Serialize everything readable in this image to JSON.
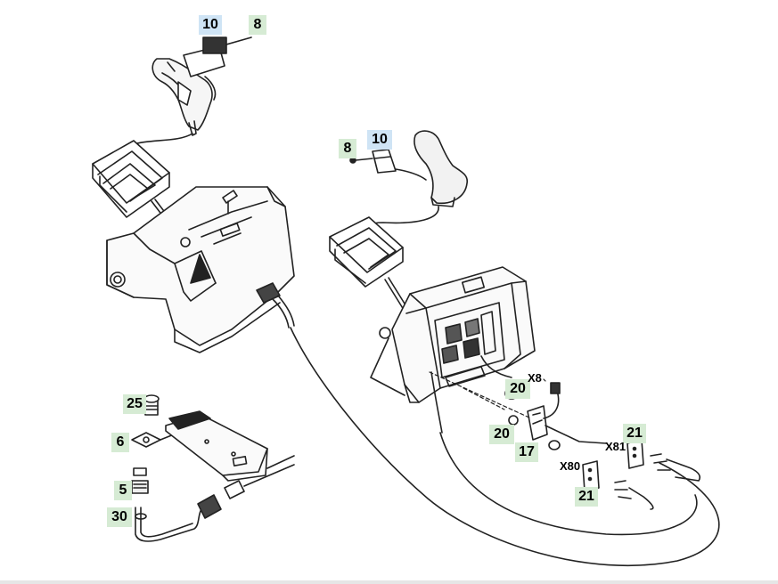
{
  "colors": {
    "callout_green": "#d6ebd4",
    "callout_blue": "#cfe4f5",
    "line": "#222222",
    "background": "#ffffff"
  },
  "callouts": {
    "c10_top": "10",
    "c8_top": "8",
    "c8_mid": "8",
    "c10_mid": "10",
    "c20_upper": "20",
    "c20_lower": "20",
    "c17": "17",
    "c21_upper": "21",
    "c21_lower": "21",
    "c25": "25",
    "c6": "6",
    "c5": "5",
    "c30": "30"
  },
  "connectors": {
    "x8": "X8",
    "x81": "X81",
    "x80": "X80"
  }
}
